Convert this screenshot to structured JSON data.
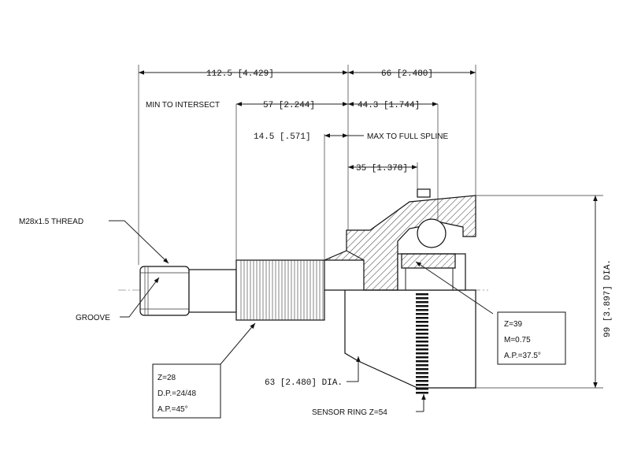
{
  "dimensions": {
    "overall_left": "112.5 [4.429]",
    "overall_right": "66 [2.480]",
    "min_intersect_label": "MIN TO INTERSECT",
    "min_intersect_value": "57 [2.244]",
    "dim_44": "44.3 [1.744]",
    "dim_14": "14.5 [.571]",
    "max_spline_label": "MAX TO FULL SPLINE",
    "dim_35": "35 [1.378]",
    "dia_63": "63 [2.480] DIA.",
    "dia_99": "99 [3.897] DIA."
  },
  "labels": {
    "thread": "M28x1.5 THREAD",
    "groove": "GROOVE",
    "sensor_ring": "SENSOR RING Z=54"
  },
  "shaft_spec": {
    "z": "Z=28",
    "dp": "D.P.=24/48",
    "ap": "A.P.=45°"
  },
  "inner_spec": {
    "z": "Z=39",
    "m": "M=0.75",
    "ap": "A.P.=37.5°"
  }
}
